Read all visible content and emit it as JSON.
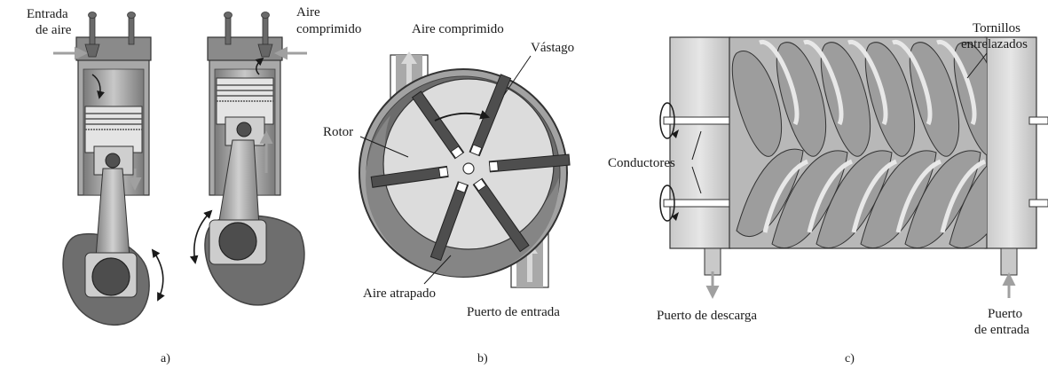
{
  "panel_a": {
    "caption": "a)",
    "label_air_inlet_line1": "Entrada",
    "label_air_inlet_line2": "de aire",
    "label_compressed_air_line1": "Aire",
    "label_compressed_air_line2": "comprimido"
  },
  "panel_b": {
    "caption": "b)",
    "label_compressed_air": "Aire comprimido",
    "label_vane": "Vástago",
    "label_rotor": "Rotor",
    "label_trapped_air": "Aire atrapado",
    "label_inlet_port": "Puerto de entrada"
  },
  "panel_c": {
    "caption": "c)",
    "label_screws_line1": "Tornillos",
    "label_screws_line2": "entrelazados",
    "label_drivers": "Conductores",
    "label_discharge_port": "Puerto de descarga",
    "label_inlet_port_line1": "Puerto",
    "label_inlet_port_line2": "de entrada"
  },
  "colors": {
    "metal_dark": "#5a5a5a",
    "metal_mid": "#9a9a9a",
    "metal_light": "#d4d4d4",
    "flow_arrow": "#a0a0a0",
    "crank_fill": "#6e6e6e"
  }
}
